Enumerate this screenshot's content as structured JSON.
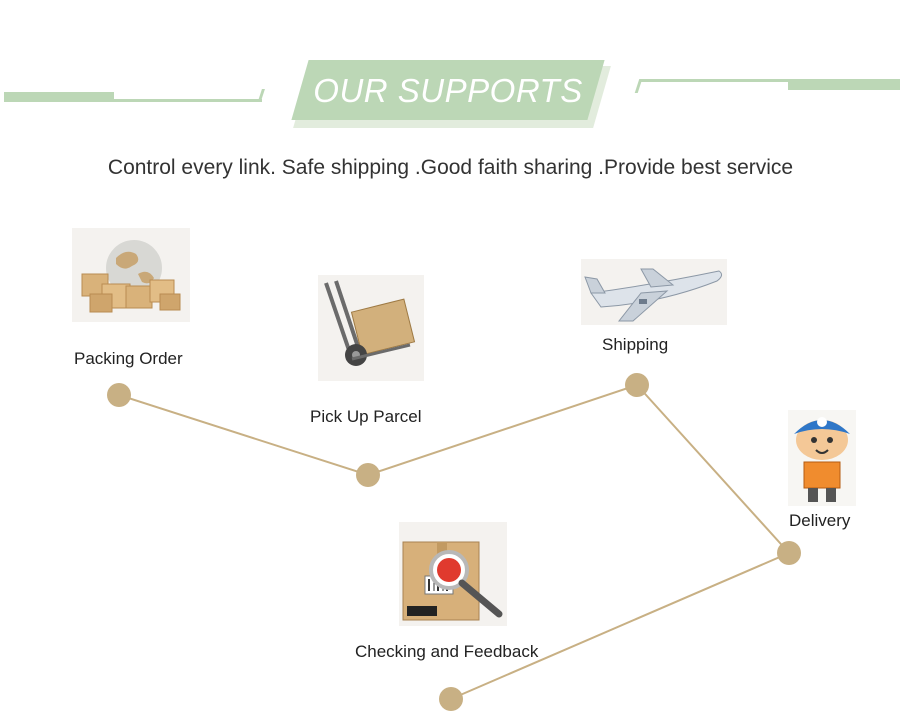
{
  "header": {
    "title": "OUR SUPPORTS",
    "subtitle": "Control every link. Safe shipping .Good faith sharing .Provide best service"
  },
  "steps": [
    {
      "label": "Packing Order",
      "icon": "boxes-globe-icon"
    },
    {
      "label": "Pick Up Parcel",
      "icon": "hand-truck-icon"
    },
    {
      "label": "Shipping",
      "icon": "airplane-icon"
    },
    {
      "label": "Delivery",
      "icon": "courier-icon"
    },
    {
      "label": "Checking and Feedback",
      "icon": "magnifier-box-icon"
    }
  ],
  "colors": {
    "accent_green": "#bcd7b6",
    "node": "#c8b084",
    "connector": "#c8b084"
  }
}
